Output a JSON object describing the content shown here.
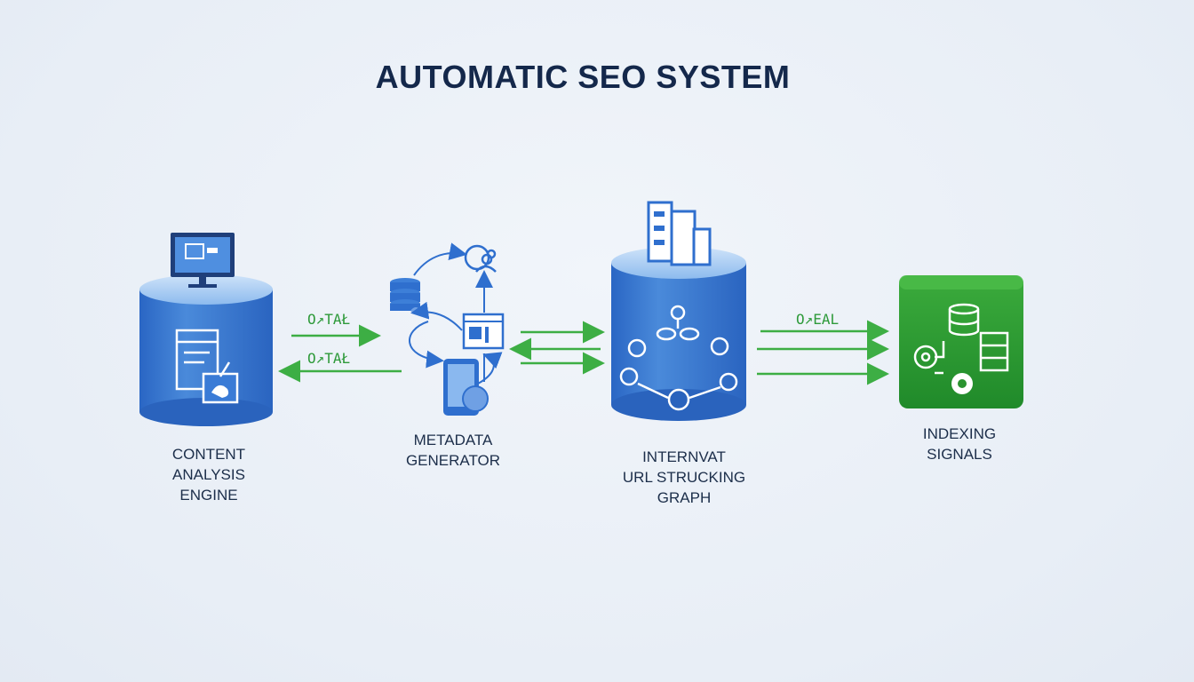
{
  "title": "AUTOMATIC SEO SYSTEM",
  "nodes": {
    "content_analysis": {
      "line1": "CONTENT",
      "line2": "ANALYSIS",
      "line3": "ENGINE"
    },
    "metadata": {
      "line1": "METADATA",
      "line2": "GENERATOR"
    },
    "url_graph": {
      "line1": "INTERNVAT",
      "line2": "URL STRUCKING",
      "line3": "GRAPH"
    },
    "indexing": {
      "line1": "INDEXING",
      "line2": "SIGNALS"
    }
  },
  "arrow_labels": {
    "a1": "O↗TAŁ",
    "a2": "O↗TAŁ",
    "a3": "O↗EAL"
  },
  "colors": {
    "blue": "#2f6fce",
    "blue_light": "#6fa8ea",
    "green": "#2f9a36",
    "arrow_green": "#3dae44",
    "text_dark": "#14284b"
  }
}
